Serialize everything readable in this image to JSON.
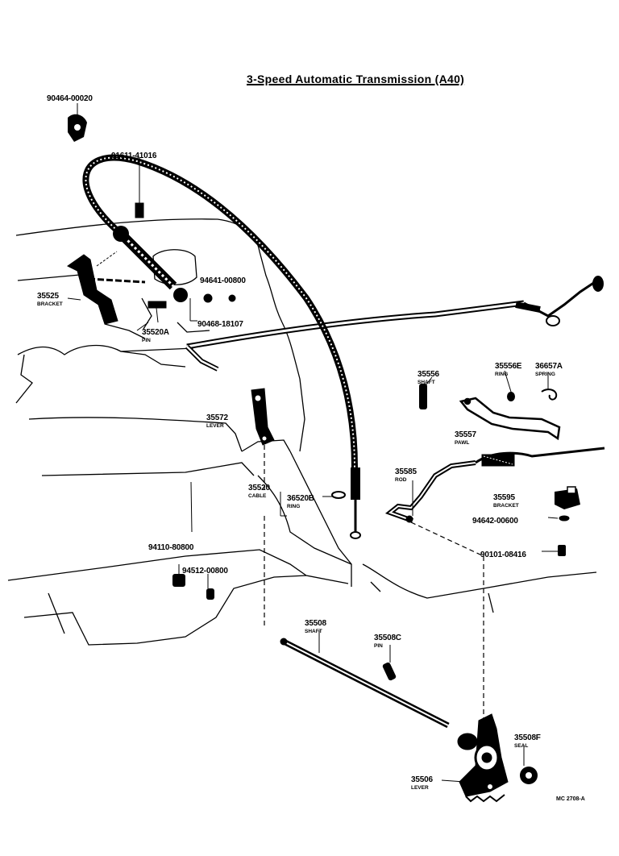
{
  "title": "3-Speed Automatic Transmission (A40)",
  "drawing_code": "MC 2708-A",
  "labels": {
    "p90464": {
      "part": "90464-00020",
      "desc": ""
    },
    "p91611": {
      "part": "91611-41016",
      "desc": ""
    },
    "p35525": {
      "part": "35525",
      "desc": "BRACKET"
    },
    "p35520A": {
      "part": "35520A",
      "desc": "PIN"
    },
    "p94641": {
      "part": "94641-00800",
      "desc": ""
    },
    "p90468": {
      "part": "90468-18107",
      "desc": ""
    },
    "p35556": {
      "part": "35556",
      "desc": "SHAFT"
    },
    "p35556E": {
      "part": "35556E",
      "desc": "RING"
    },
    "p36657A": {
      "part": "36657A",
      "desc": "SPRING"
    },
    "p35557": {
      "part": "35557",
      "desc": "PAWL"
    },
    "p35572": {
      "part": "35572",
      "desc": "LEVER"
    },
    "p35585": {
      "part": "35585",
      "desc": "ROD"
    },
    "p35520": {
      "part": "35520",
      "desc": "CABLE"
    },
    "p36520B": {
      "part": "36520B",
      "desc": "RING"
    },
    "p35595": {
      "part": "35595",
      "desc": "BRACKET"
    },
    "p94642": {
      "part": "94642-00600",
      "desc": ""
    },
    "p90101": {
      "part": "90101-08416",
      "desc": ""
    },
    "p94110": {
      "part": "94110-80800",
      "desc": ""
    },
    "p94512": {
      "part": "94512-00800",
      "desc": ""
    },
    "p35508": {
      "part": "35508",
      "desc": "SHAFT"
    },
    "p35508C": {
      "part": "35508C",
      "desc": "PIN"
    },
    "p35508F": {
      "part": "35508F",
      "desc": "SEAL"
    },
    "p35506": {
      "part": "35506",
      "desc": "LEVER"
    }
  }
}
